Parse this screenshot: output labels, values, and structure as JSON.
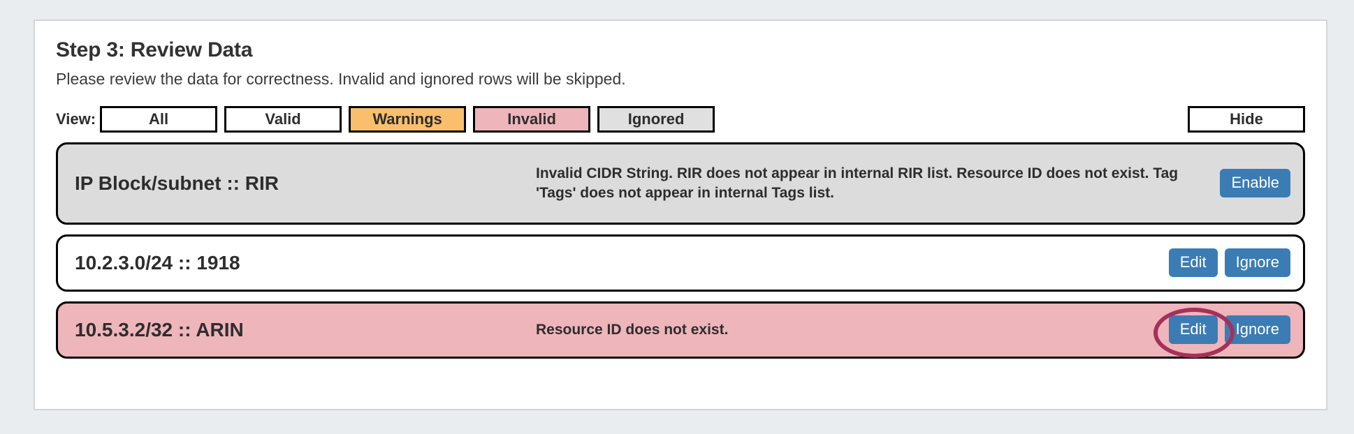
{
  "header": {
    "title": "Step 3: Review Data",
    "subtitle": "Please review the data for correctness. Invalid and ignored rows will be skipped."
  },
  "filters": {
    "label": "View:",
    "options": [
      {
        "label": "All",
        "state": "plain",
        "color": "#ffffff"
      },
      {
        "label": "Valid",
        "state": "plain",
        "color": "#ffffff"
      },
      {
        "label": "Warnings",
        "state": "warnings",
        "color": "#f9bf6c"
      },
      {
        "label": "Invalid",
        "state": "invalid",
        "color": "#eeb5bb"
      },
      {
        "label": "Ignored",
        "state": "ignored",
        "color": "#e0e0e0"
      }
    ],
    "hide_label": "Hide"
  },
  "rows": [
    {
      "name": "IP Block/subnet :: RIR",
      "message": "Invalid CIDR String. RIR does not appear in internal RIR list. Resource ID does not exist. Tag 'Tags' does not appear in internal Tags list.",
      "state": "ignored",
      "background": "#dcdcdc",
      "actions": [
        {
          "label": "Enable"
        }
      ]
    },
    {
      "name": "10.2.3.0/24 :: 1918",
      "message": "",
      "state": "valid",
      "background": "#ffffff",
      "actions": [
        {
          "label": "Edit"
        },
        {
          "label": "Ignore"
        }
      ]
    },
    {
      "name": "10.5.3.2/32 :: ARIN",
      "message": "Resource ID does not exist.",
      "state": "invalid",
      "background": "#eeb5bb",
      "actions": [
        {
          "label": "Edit"
        },
        {
          "label": "Ignore"
        }
      ]
    }
  ],
  "annotation": {
    "shape": "ellipse",
    "color": "#a5315a",
    "target": "Edit"
  },
  "colors": {
    "page_background": "#e9edef",
    "card_background": "#ffffff",
    "card_border": "#d3d5d6",
    "action_button": "#3b7cb5",
    "text": "#2d2d2d"
  }
}
